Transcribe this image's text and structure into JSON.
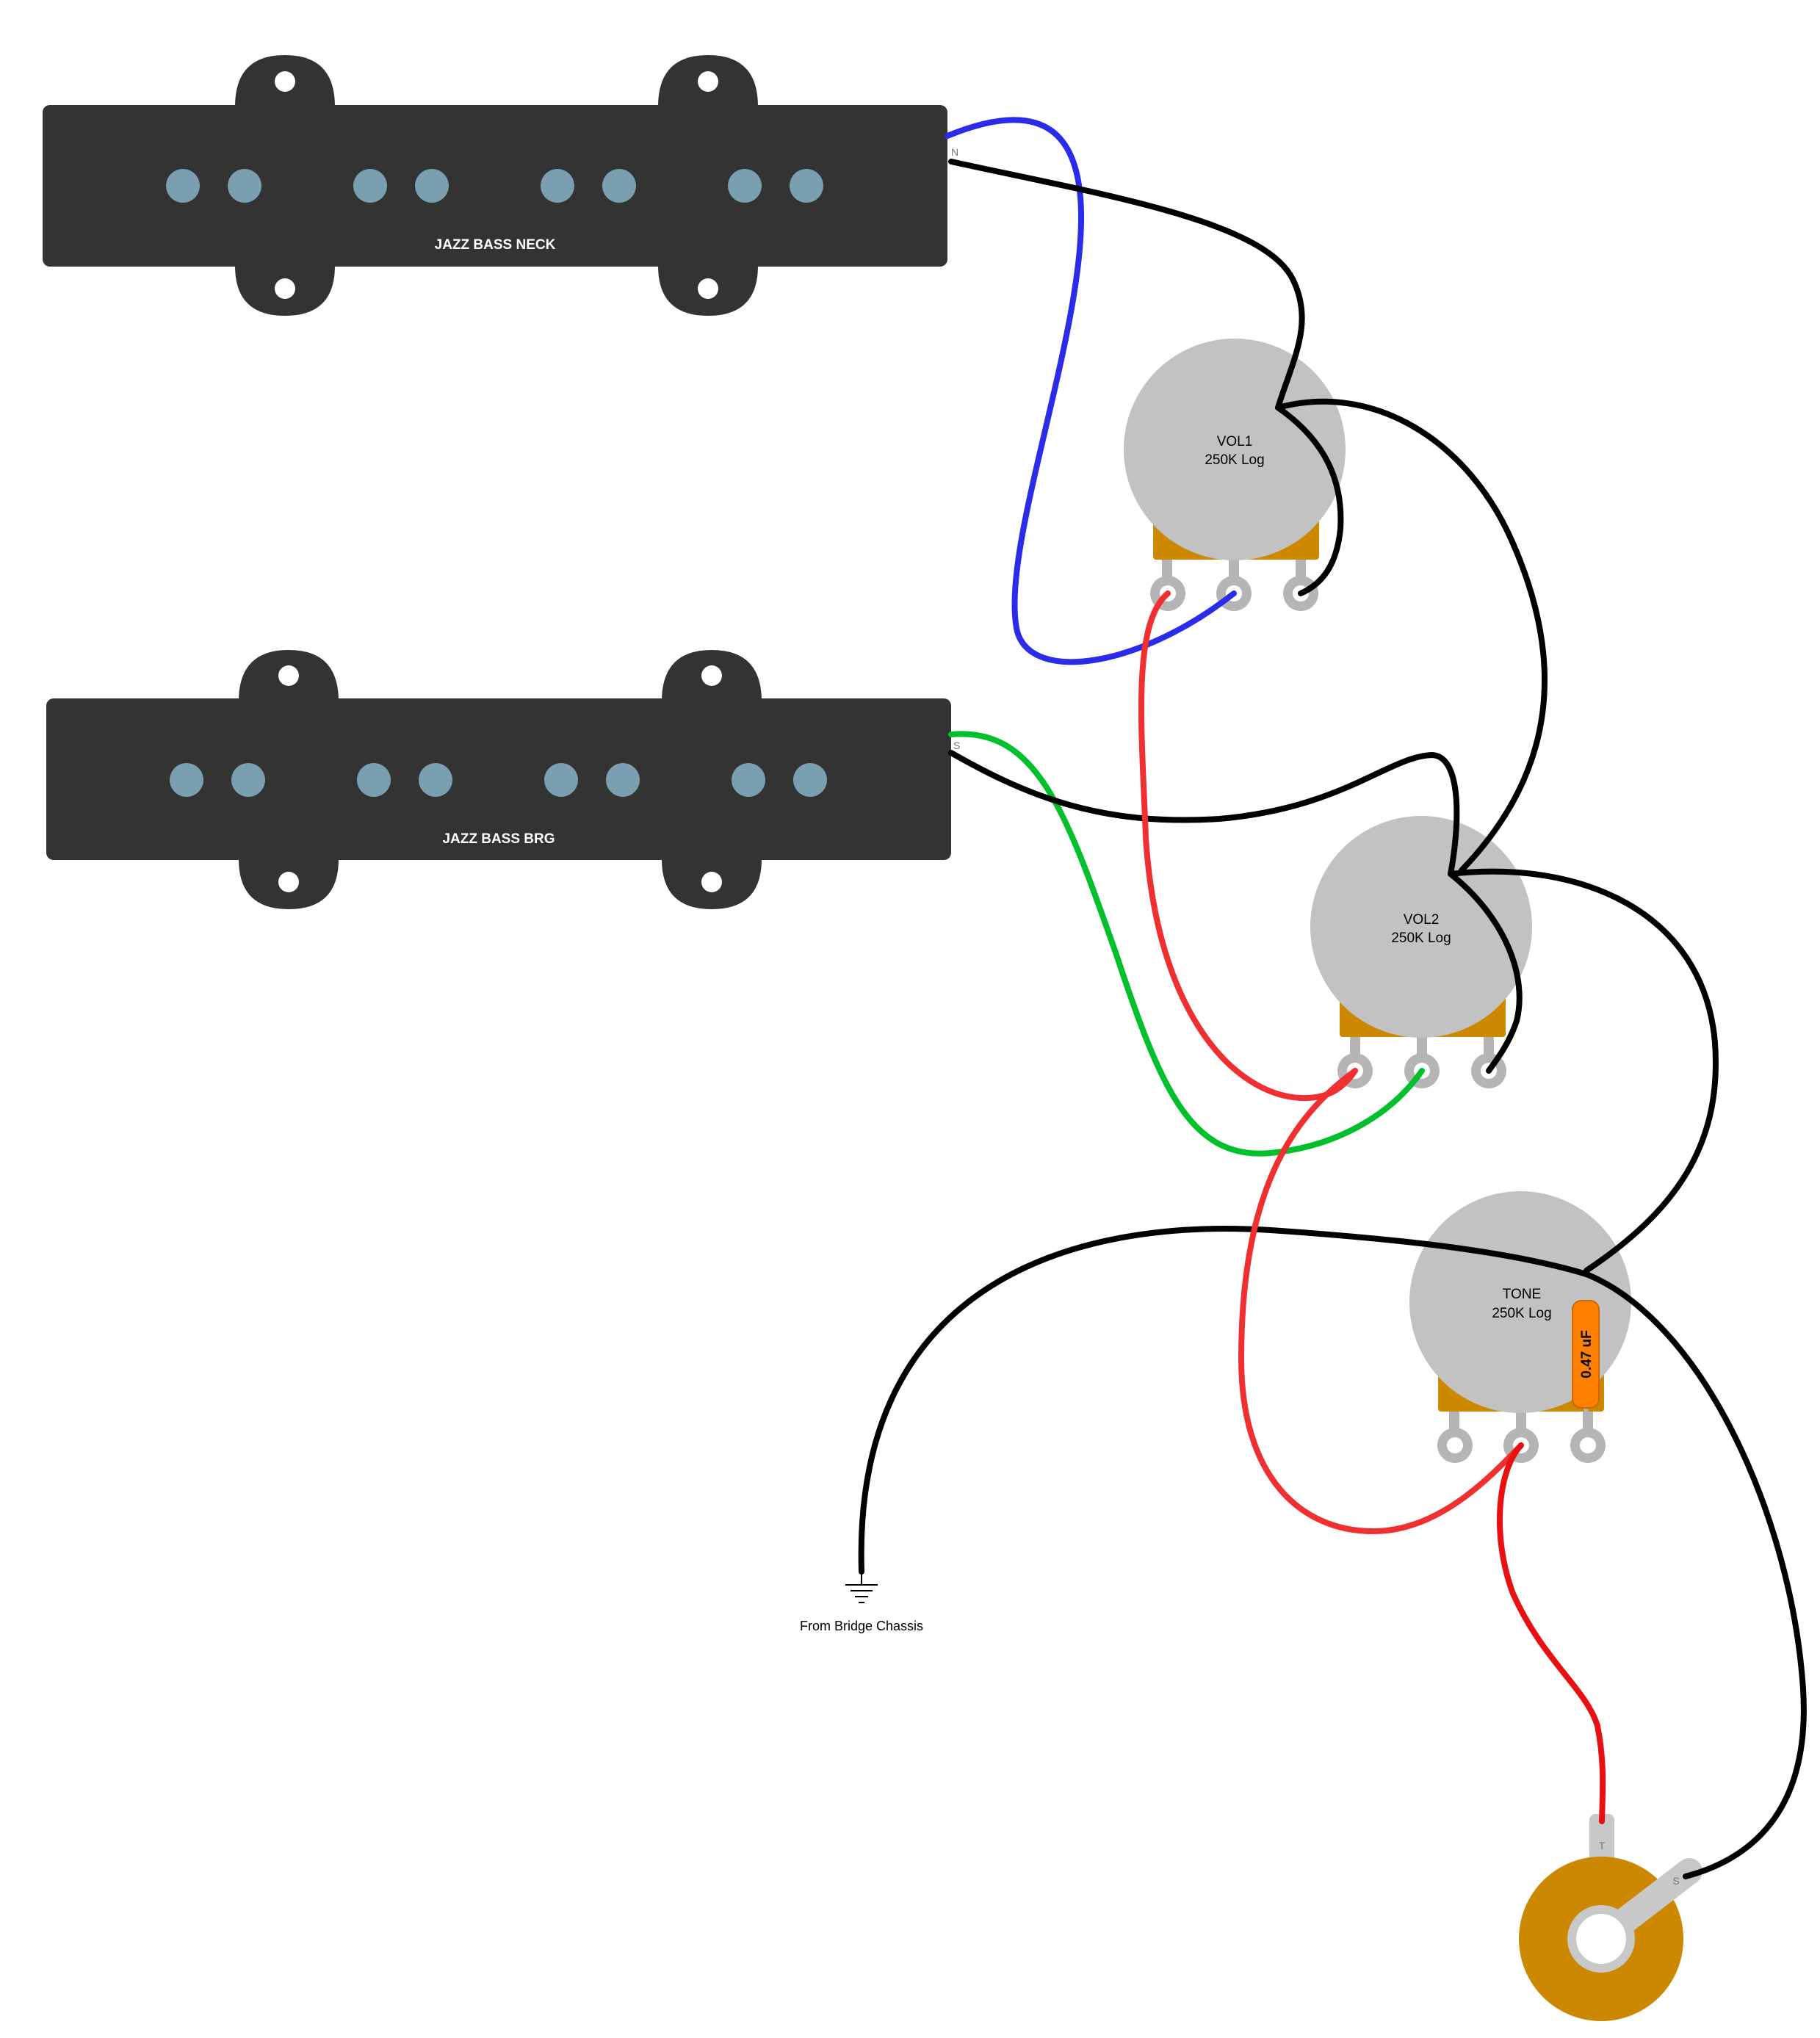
{
  "pickups": {
    "neck": {
      "label": "JAZZ BASS NECK",
      "north_lead": "N"
    },
    "bridge": {
      "label": "JAZZ BASS BRG",
      "south_lead": "S"
    }
  },
  "pots": {
    "vol1": {
      "name": "VOL1",
      "value": "250K Log"
    },
    "vol2": {
      "name": "VOL2",
      "value": "250K Log"
    },
    "tone": {
      "name": "TONE",
      "value": "250K Log"
    }
  },
  "capacitor": {
    "label": "0.47 uF"
  },
  "ground": {
    "label": "From Bridge Chassis"
  },
  "jack": {
    "tip_label": "T",
    "sleeve_label": "S"
  },
  "colors": {
    "background": "#ffffff",
    "pickup_body": "#333333",
    "pole_piece": "#7a9fb1",
    "pot_body": "#c2c2c2",
    "pot_base": "#cc8800",
    "lug": "#b5b5b5",
    "capacitor": "#ff7f00",
    "wire_black": "#000000",
    "wire_blue": "#2b2bea",
    "wire_green": "#00c02b",
    "wire_red": "#f03030",
    "wire_hot_red": "#e81010"
  }
}
